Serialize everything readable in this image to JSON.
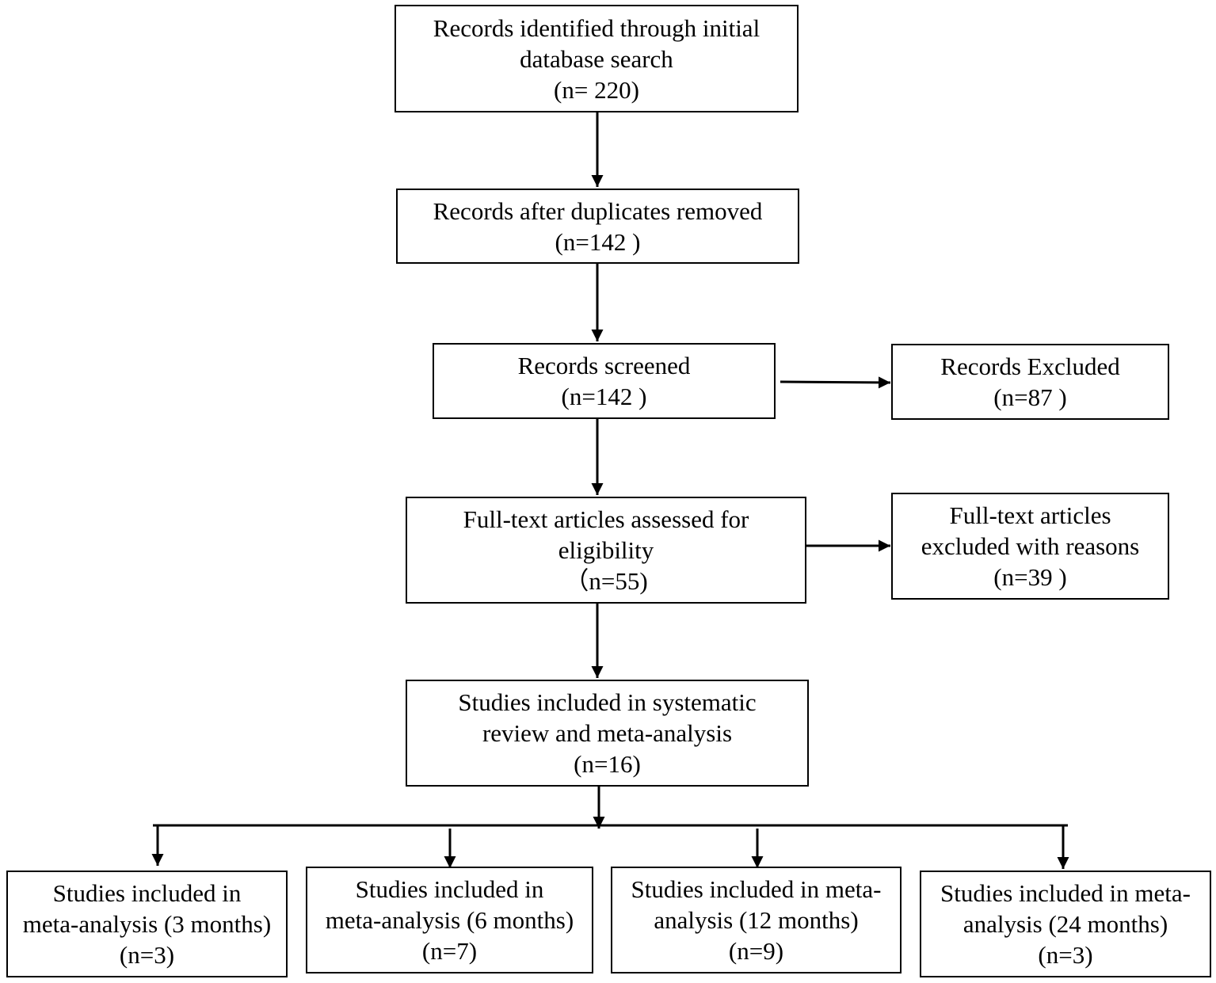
{
  "flow": {
    "identified": {
      "lines": [
        "Records identified through initial",
        "database search",
        "(n= 220)"
      ]
    },
    "dedup": {
      "lines": [
        "Records after duplicates removed",
        "(n=142 )"
      ]
    },
    "screened": {
      "lines": [
        "Records screened",
        "(n=142 )"
      ]
    },
    "excluded": {
      "lines": [
        "Records Excluded",
        "(n=87 )"
      ]
    },
    "fulltext": {
      "lines": [
        "Full-text articles assessed for",
        "eligibility",
        "（n=55)"
      ]
    },
    "fulltext_excluded": {
      "lines": [
        "Full-text articles",
        "excluded with reasons",
        "(n=39 )"
      ]
    },
    "included": {
      "lines": [
        "Studies included in systematic",
        "review and meta-analysis",
        "(n=16)"
      ]
    },
    "m3": {
      "lines": [
        "Studies included in",
        "meta-analysis (3 months)",
        "(n=3)"
      ]
    },
    "m6": {
      "lines": [
        "Studies included in",
        "meta-analysis (6 months)",
        "(n=7)"
      ]
    },
    "m12": {
      "lines": [
        "Studies included in meta-",
        "analysis (12 months)",
        "(n=9)"
      ]
    },
    "m24": {
      "lines": [
        "Studies included in meta-",
        "analysis (24 months)",
        "(n=3)"
      ]
    }
  }
}
